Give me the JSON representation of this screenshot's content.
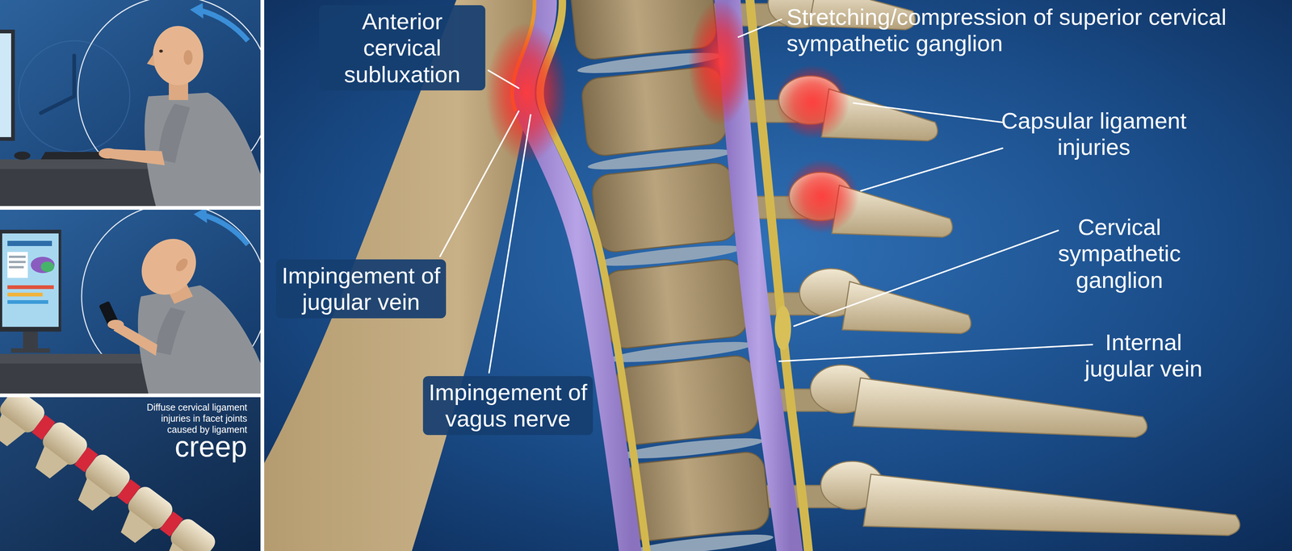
{
  "diagram": {
    "labels": [
      "Anterior cervical subluxation",
      "Stretching/compression of superior cervical sympathetic ganglion",
      "Capsular ligament injuries",
      "Cervical sympathetic ganglion",
      "Impingement of jugular vein",
      "Internal jugular vein",
      "Impingement of vagus nerve",
      "Diffuse cervical ligament injuries in facet joints caused by ligament",
      "creep"
    ]
  }
}
